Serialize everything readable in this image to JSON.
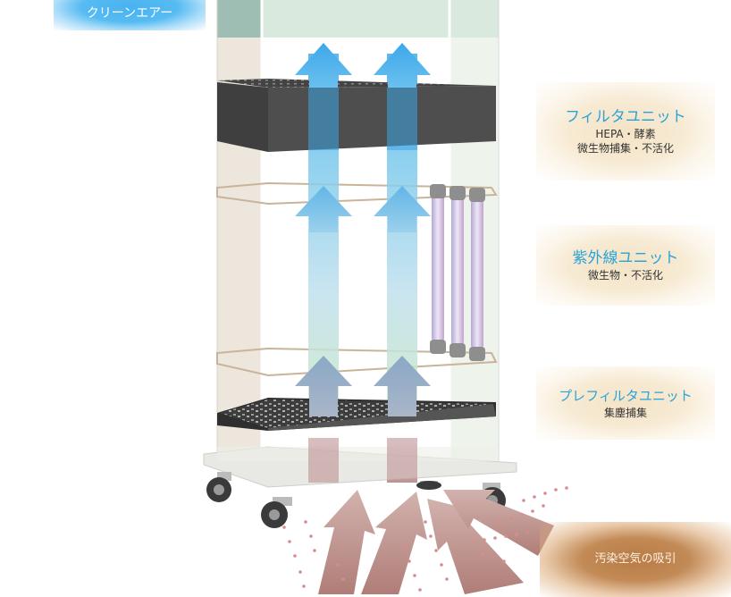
{
  "labels": {
    "clean_air": "クリーンエアー",
    "filter_unit": {
      "title": "フィルタユニット",
      "line1": "HEPA・酵素",
      "line2": "微生物捕集・不活化"
    },
    "uv_unit": {
      "title": "紫外線ユニット",
      "line1": "微生物・不活化"
    },
    "prefilter_unit": {
      "title": "プレフィルタユニット",
      "line1": "集塵捕集"
    },
    "intake": "汚染空気の吸引"
  },
  "colors": {
    "clean_air_blue": "#49b2f0",
    "title_blue": "#2aa3d8",
    "label_glow": "#f4e4c6",
    "intake_brown": "#b97c45",
    "filter_dark": "#4a4a4a",
    "contaminated_air": "#b58a85"
  }
}
